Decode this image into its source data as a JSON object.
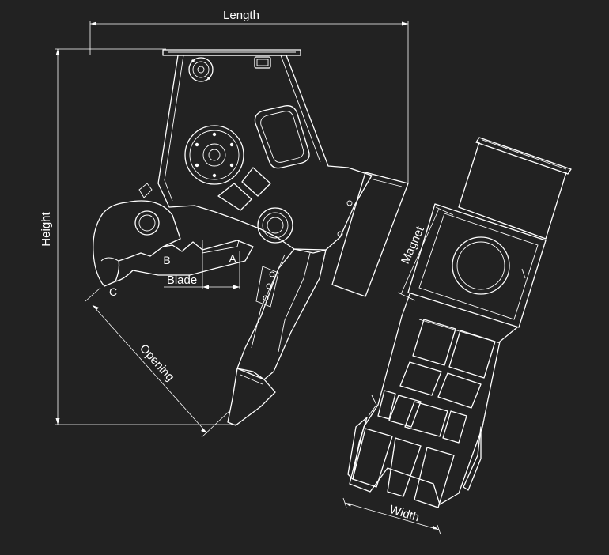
{
  "colors": {
    "background": "#222222",
    "line": "#ffffff"
  },
  "dimensions": {
    "length": "Length",
    "height": "Height",
    "opening": "Opening",
    "blade": "Blade",
    "magnet": "Magnet",
    "width": "Width"
  },
  "points": {
    "a": "A",
    "b": "B",
    "c": "C"
  }
}
